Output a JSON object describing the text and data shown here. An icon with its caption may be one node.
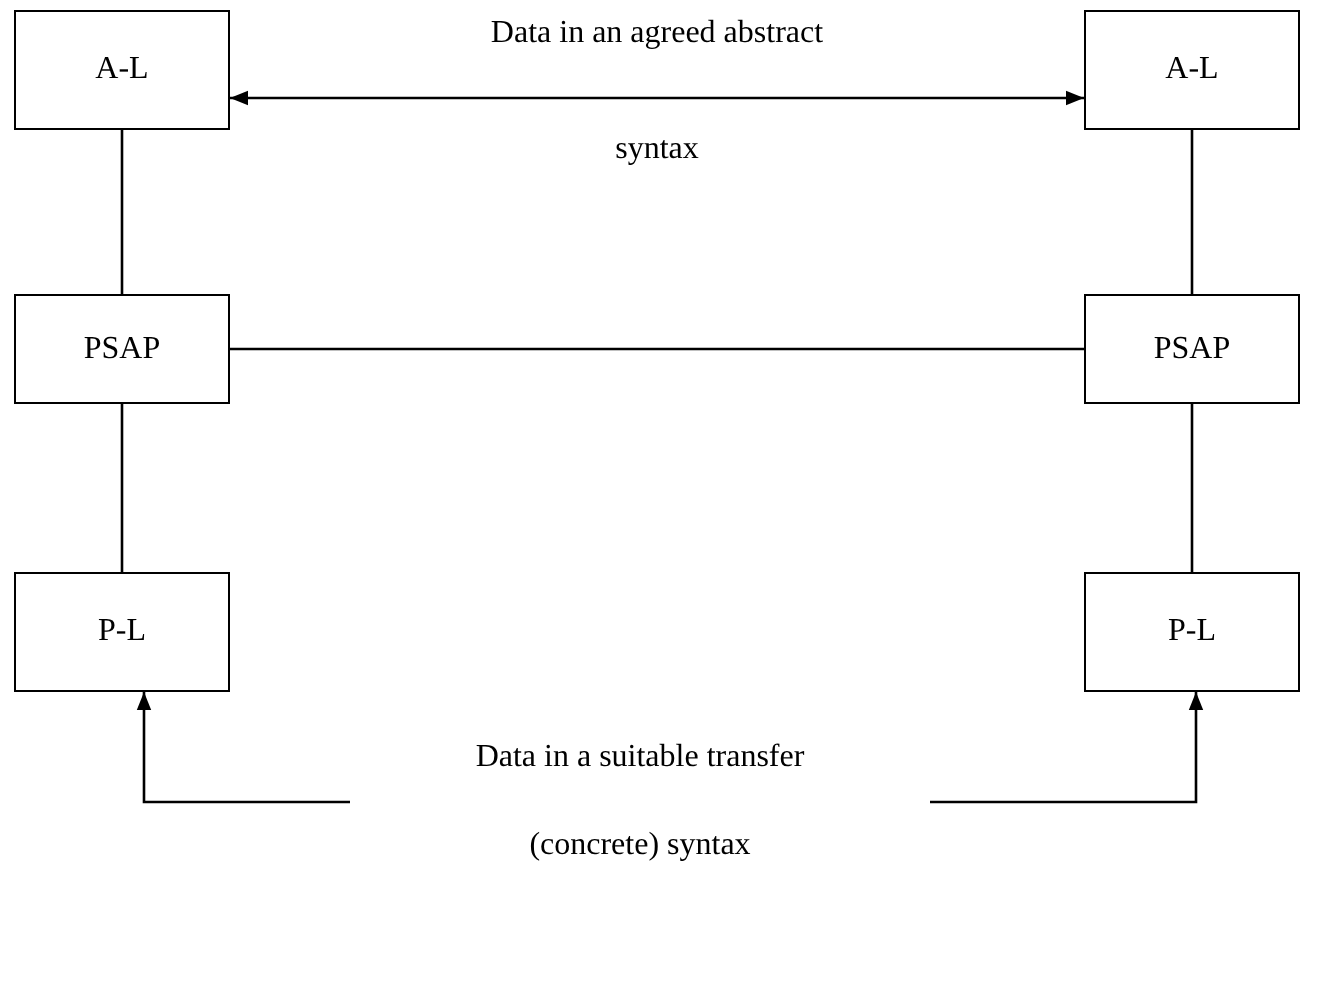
{
  "diagram": {
    "nodes": [
      {
        "text": [
          "A-L"
        ]
      },
      {
        "text": [
          "A-L"
        ]
      },
      {
        "text": [
          "PSAP"
        ]
      },
      {
        "text": [
          "PSAP"
        ]
      },
      {
        "text": [
          "P-L"
        ]
      },
      {
        "text": [
          "P-L"
        ]
      },
      {
        "text": [
          "Data in a suitable transfer (concrete) syntax"
        ]
      }
    ],
    "edges": [
      {
        "from": 0,
        "to": 1,
        "arrow": "both",
        "label": "Data in an agreed abstract syntax"
      },
      {
        "from": 0,
        "to": 2,
        "arrow": "none"
      },
      {
        "from": 1,
        "to": 3,
        "arrow": "none"
      },
      {
        "from": 2,
        "to": 3,
        "arrow": "none"
      },
      {
        "from": 2,
        "to": 4,
        "arrow": "none"
      },
      {
        "from": 3,
        "to": 5,
        "arrow": "none"
      },
      {
        "from": 6,
        "to": 4,
        "arrow": "to"
      },
      {
        "from": 6,
        "to": 5,
        "arrow": "to"
      }
    ]
  }
}
